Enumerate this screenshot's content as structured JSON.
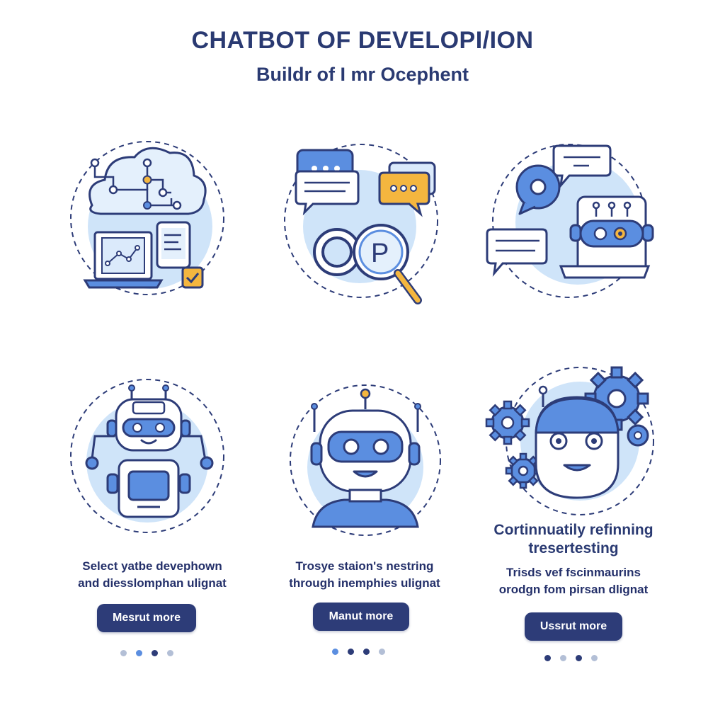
{
  "header": {
    "title": "CHATBOT OF DEVELOPI/ION",
    "subtitle": "Buildr of I mr Ocephent"
  },
  "colors": {
    "primary": "#2d3c78",
    "accent_blue": "#5b8ee0",
    "light_blue": "#cfe4f9",
    "accent_orange": "#f4b63f",
    "dot_active": "#2d3c78",
    "dot_mid": "#5b8ee0",
    "dot_light": "#b3bfd6"
  },
  "illustrations": [
    {
      "icon": "cloud-network-devices-icon"
    },
    {
      "icon": "chat-bubbles-magnifier-icon"
    },
    {
      "icon": "chat-robot-screen-icon"
    },
    {
      "icon": "robot-full-body-icon"
    },
    {
      "icon": "robot-head-icon"
    },
    {
      "icon": "robot-face-gears-icon"
    }
  ],
  "cards": [
    {
      "desc_line1": "Select yatbe devephown",
      "desc_line2": "and diesslomphan ulignat",
      "button": "Mesrut more",
      "dots": [
        "light",
        "mid",
        "active",
        "light"
      ]
    },
    {
      "desc_line1": "Trosye staion's nestring",
      "desc_line2": "through inemphies ulignat",
      "button": "Manut more",
      "dots": [
        "mid",
        "active",
        "active",
        "light"
      ]
    },
    {
      "heading_line1": "Cortinnuatily refinning",
      "heading_line2": "tresertesting",
      "desc_line1": "Trisds vef fscinmaurins",
      "desc_line2": "orodgn fom pirsan dlignat",
      "button": "Ussrut more",
      "dots": [
        "active",
        "light",
        "active",
        "light"
      ]
    }
  ]
}
